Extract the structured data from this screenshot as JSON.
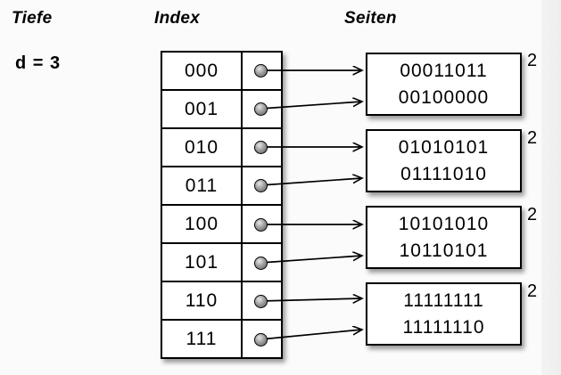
{
  "title_labels": {
    "depth_column": "Tiefe",
    "index_column": "Index",
    "pages_column": "Seiten"
  },
  "global_depth": {
    "label": "d = 3"
  },
  "index_table": {
    "rows": [
      {
        "key": "000"
      },
      {
        "key": "001"
      },
      {
        "key": "010"
      },
      {
        "key": "011"
      },
      {
        "key": "100"
      },
      {
        "key": "101"
      },
      {
        "key": "110"
      },
      {
        "key": "111"
      }
    ]
  },
  "pages": [
    {
      "entries": [
        "00011011",
        "00100000"
      ],
      "local_depth": "2"
    },
    {
      "entries": [
        "01010101",
        "01111010"
      ],
      "local_depth": "2"
    },
    {
      "entries": [
        "10101010",
        "10110101"
      ],
      "local_depth": "2"
    },
    {
      "entries": [
        "11111111",
        "11111110"
      ],
      "local_depth": "2"
    }
  ],
  "colors": {
    "ink": "#000000",
    "page_background": "#fbfbfb",
    "box_fill": "#ffffff",
    "edge_strip": "#f0f0f0"
  }
}
